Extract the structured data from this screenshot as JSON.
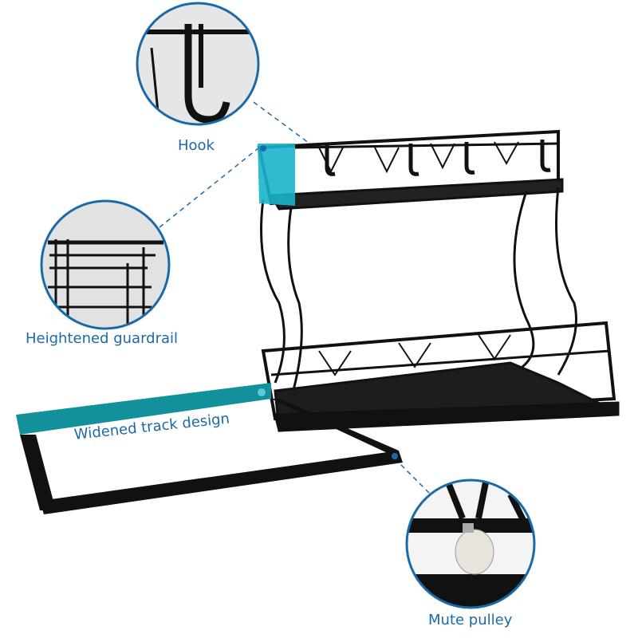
{
  "labels": {
    "hook": "Hook",
    "guardrail": "Heightened guardrail",
    "track": "Widened track design",
    "pulley": "Mute pulley"
  },
  "colors": {
    "label_text": "#1b6aa8",
    "circle_border": "#1b6aa8",
    "highlight_teal": "#1ab4cc",
    "track_teal": "#12909c",
    "metal": "#111111"
  }
}
